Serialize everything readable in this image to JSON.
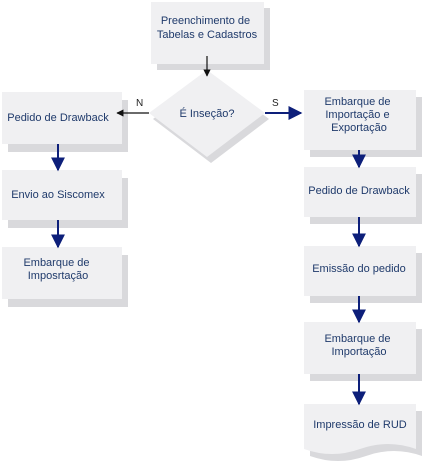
{
  "nodes": {
    "preenchimento": [
      "Preenchimento de",
      "Tabelas e Cadastros"
    ],
    "decisao": [
      "É Inseção?"
    ],
    "pedido_drawback_left": [
      "Pedido de Drawback"
    ],
    "envio_siscomex": [
      "Envio ao Siscomex"
    ],
    "embarque_imposrtacao": [
      "Embarque de",
      "Imposrtação"
    ],
    "embarque_imp_exp": [
      "Embarque de",
      "Importação e",
      "Exportação"
    ],
    "pedido_drawback_right": [
      "Pedido de Drawback"
    ],
    "emissao_pedido": [
      "Emissão do pedido"
    ],
    "embarque_importacao": [
      "Embarque de",
      "Importação"
    ],
    "impressao_rud": [
      "Impressão de RUD"
    ]
  },
  "edge_labels": {
    "no": "N",
    "yes": "S"
  },
  "colors": {
    "box_fill": "#f0f0f2",
    "box_shadow": "#d9d9dc",
    "text": "#1f3a6b",
    "arrow_blue": "#0d1f7a",
    "arrow_black": "#111111"
  }
}
